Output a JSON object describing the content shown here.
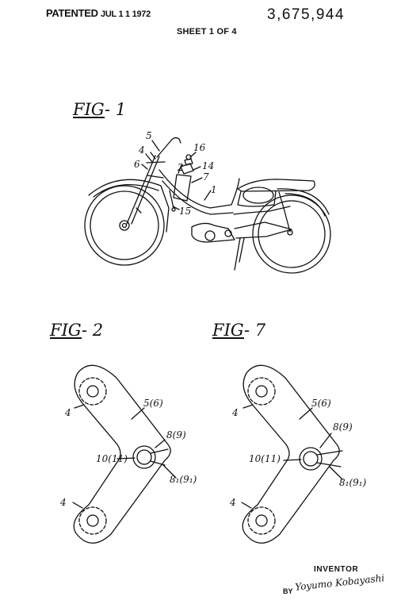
{
  "header": {
    "patented": "PATENTED",
    "date": "JUL 1 1 1972",
    "patent_number": "3,675,944",
    "sheet": "SHEET 1 OF 4"
  },
  "figures": {
    "fig1": {
      "prefix": "FIG",
      "num": "- 1"
    },
    "fig2": {
      "prefix": "FIG",
      "num": "- 2"
    },
    "fig7": {
      "prefix": "FIG",
      "num": "- 7"
    }
  },
  "fig1_labels": {
    "l5": "5",
    "l4": "4",
    "l6": "6",
    "l16": "16",
    "l2": "2",
    "l14": "14",
    "l7": "7",
    "l1": "1",
    "l15": "15"
  },
  "fig2_labels": {
    "l4a": "4",
    "l56": "5(6)",
    "l89": "8(9)",
    "l1011": "10(11)",
    "l8191": "8₁(9₁)",
    "l4b": "4"
  },
  "fig7_labels": {
    "l4a": "4",
    "l56": "5(6)",
    "l89": "8(9)",
    "l1011": "10(11)",
    "l8191": "8₁(9₁)",
    "l4b": "4"
  },
  "footer": {
    "inventor": "INVENTOR",
    "by": "BY",
    "signature": "Yoyumo Kobayashi"
  }
}
